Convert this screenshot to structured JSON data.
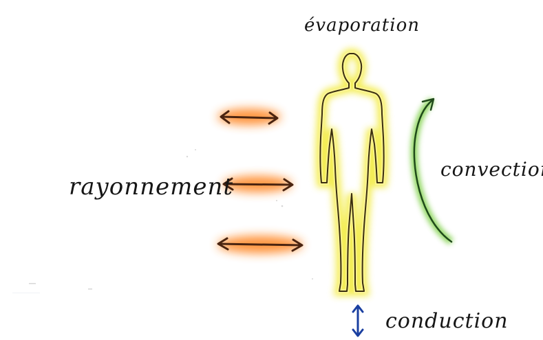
{
  "labels": {
    "evaporation": "évaporation",
    "rayonnement": "rayonnement",
    "convection": "convection",
    "conduction": "conduction"
  },
  "colors": {
    "body_glow": "#f2ea3a",
    "radiation_glow": "#ff8a2a",
    "radiation_arrow": "#4a2410",
    "convection_glow": "#7fd04a",
    "convection_arrow": "#1f4a1a",
    "conduction_arrow": "#1a3fa0",
    "ink": "#161616"
  },
  "icons": {
    "human": "human-silhouette-icon",
    "radiation": "double-arrow-icon",
    "convection": "curved-arrow-icon",
    "conduction": "vertical-double-arrow-icon"
  }
}
